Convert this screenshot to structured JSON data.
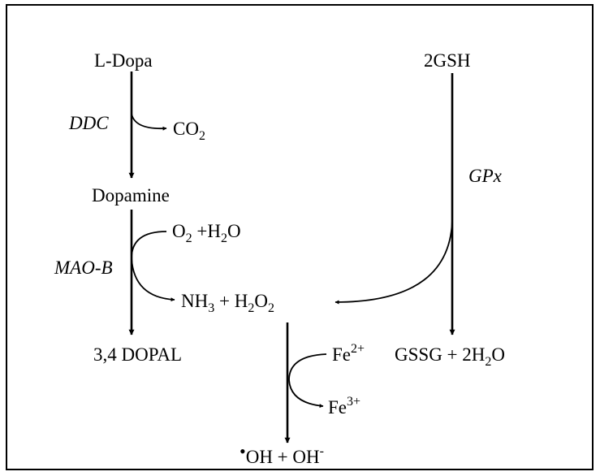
{
  "figure": {
    "nodes": {
      "l_dopa": "L-Dopa",
      "two_gsh": "2GSH",
      "dopamine": "Dopamine",
      "dopal": "3,4 DOPAL",
      "gssg": {
        "main": "GSSG + 2H",
        "sub": "2",
        "tail": "O"
      },
      "nh3_h2o2": {
        "a": "NH",
        "a_sub": "3",
        "b": " + H",
        "b_sub": "2",
        "c": "O",
        "c_sub": "2"
      },
      "radicals": {
        "dot": "•",
        "a": "OH + OH",
        "a_sup": "-"
      }
    },
    "enzymes": {
      "ddc": "DDC",
      "mao_b": "MAO-B",
      "gpx": "GPx"
    },
    "side": {
      "co2": {
        "main": "CO",
        "sub": "2"
      },
      "o2_h2o": {
        "a": "O",
        "a_sub": "2",
        "b": " +H",
        "b_sub": "2",
        "c": "O"
      },
      "fe2": {
        "main": "Fe",
        "sup": "2+"
      },
      "fe3": {
        "main": "Fe",
        "sup": "3+"
      }
    }
  }
}
